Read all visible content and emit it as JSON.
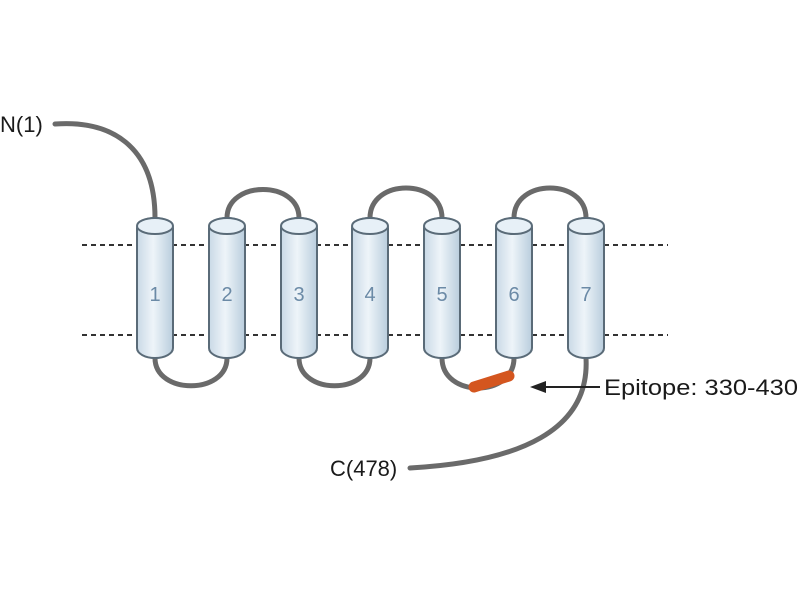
{
  "n_terminus_label": "N(1)",
  "c_terminus_label": "C(478)",
  "epitope_label": "Epitope: 330-430",
  "helices": [
    "1",
    "2",
    "3",
    "4",
    "5",
    "6",
    "7"
  ],
  "colors": {
    "helix_fill_top": "#eef4f9",
    "helix_fill_bottom": "#c9d9e6",
    "helix_stroke": "#5a6b78",
    "loop": "#6a6a6a",
    "membrane_line": "#333333",
    "epitope": "#d4561f"
  }
}
